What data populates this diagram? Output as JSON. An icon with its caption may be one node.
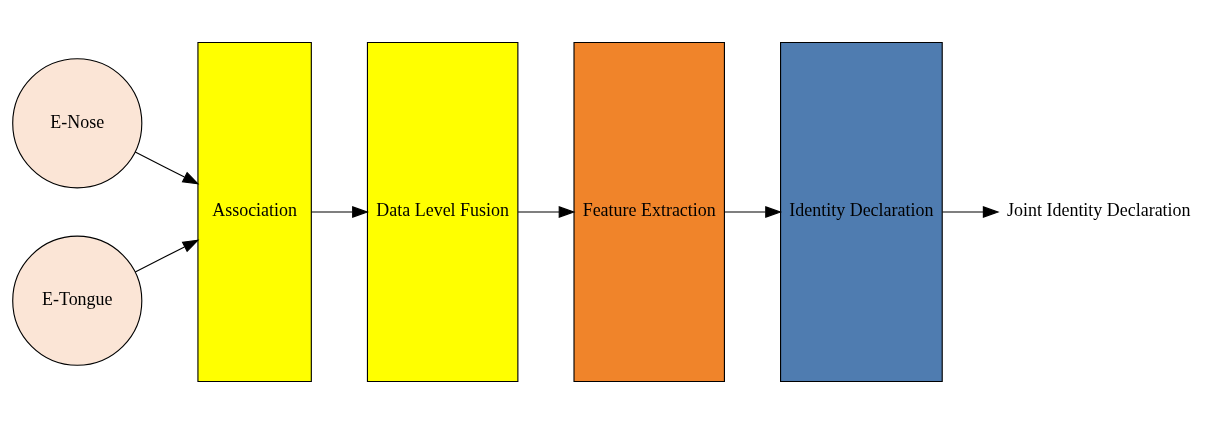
{
  "diagram": {
    "nodes": [
      {
        "text": [
          "E-Nose"
        ]
      },
      {
        "text": [
          "E-Tongue"
        ]
      },
      {
        "text": [
          "Association"
        ]
      },
      {
        "text": [
          "Data Level Fusion"
        ]
      },
      {
        "text": [
          "Feature Extraction"
        ]
      },
      {
        "text": [
          "Identity Declaration"
        ]
      },
      {
        "text": [
          "Joint Identity Declaration"
        ]
      }
    ],
    "edges": [
      {
        "from": 0,
        "to": 2,
        "arrow": "to"
      },
      {
        "from": 1,
        "to": 2,
        "arrow": "to"
      },
      {
        "from": 2,
        "to": 3,
        "arrow": "to"
      },
      {
        "from": 3,
        "to": 4,
        "arrow": "to"
      },
      {
        "from": 4,
        "to": 5,
        "arrow": "to"
      },
      {
        "from": 5,
        "to": 6,
        "arrow": "to"
      }
    ]
  }
}
